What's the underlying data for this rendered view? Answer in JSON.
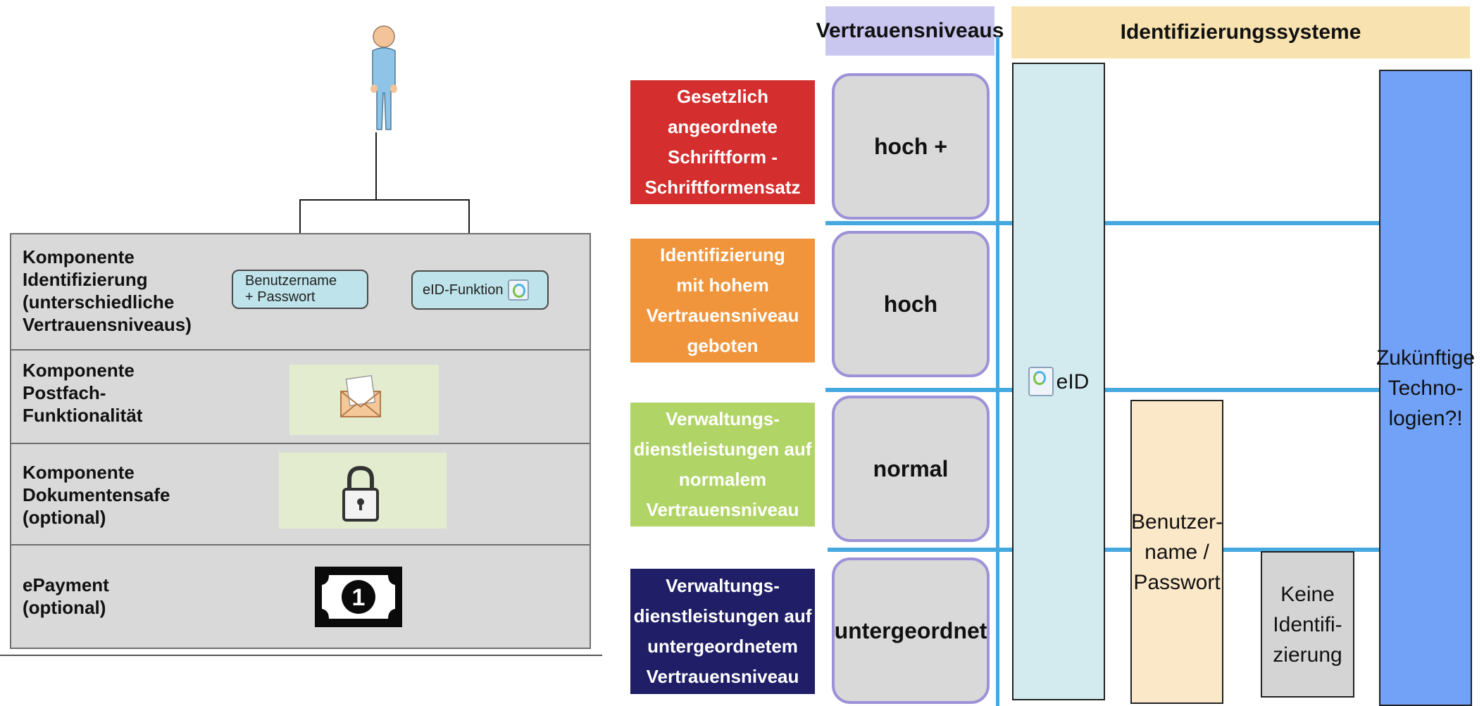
{
  "left": {
    "rows": [
      {
        "label": "Komponente\nIdentifizierung\n(unterschiedliche\nVertrauensniveaus)"
      },
      {
        "label": "Komponente\nPostfach-\nFunktionalität"
      },
      {
        "label": "Komponente\nDokumentensafe\n(optional)"
      },
      {
        "label": "ePayment\n(optional)"
      }
    ],
    "boxes": {
      "password": "Benutzername\n+ Passwort",
      "eid": "eID-Funktion"
    },
    "icons": [
      "person-icon",
      "envelope-icon",
      "padlock-icon",
      "banknote-icon"
    ],
    "banknote_digit": "1"
  },
  "right": {
    "headers": {
      "levels": "Vertrauensniveaus",
      "systems": "Identifizierungssysteme"
    },
    "categories": [
      {
        "text": "Gesetzlich\nangeordnete\nSchriftform -\nSchriftformensatz",
        "color": "#d42e2e"
      },
      {
        "text": "Identifizierung\nmit hohem\nVertrauensniveau\ngeboten",
        "color": "#f0953b"
      },
      {
        "text": "Verwaltungs-\ndienstleistungen auf\nnormalem\nVertrauensniveau",
        "color": "#b1d466"
      },
      {
        "text": "Verwaltungs-\ndienstleistungen auf\nuntergeordnetem\nVertrauensniveau",
        "color": "#1f1e66"
      }
    ],
    "levels": [
      "hoch +",
      "hoch",
      "normal",
      "untergeordnet"
    ],
    "systems": {
      "eid": "eID",
      "password": "Benutzer-\nname /\nPasswort",
      "none": "Keine\nIdentifi-\nzierung",
      "future": "Zukünftige\nTechno-\nlogien?!"
    },
    "colors": {
      "levels_header": "#c9c6ef",
      "systems_header": "#f8e3b0",
      "eid_column": "#d3ebef",
      "password_column": "#fbe8c8",
      "none_column": "#d4d4d4",
      "future_column": "#72a2f7",
      "lines": "#45a9e0"
    }
  }
}
